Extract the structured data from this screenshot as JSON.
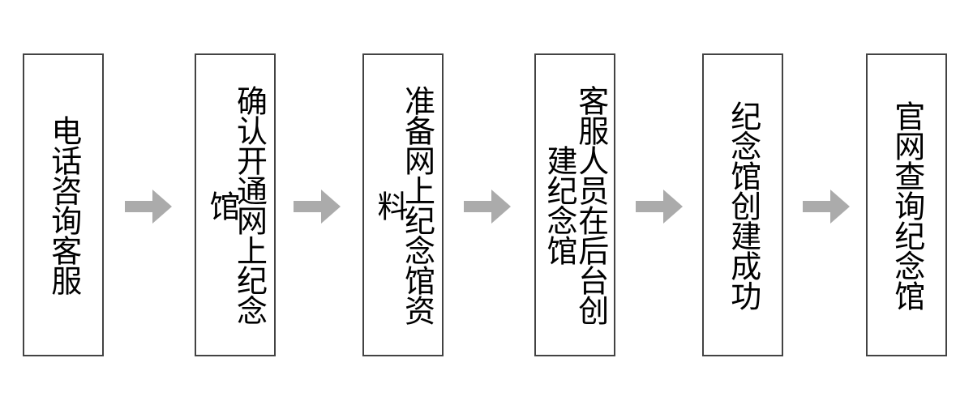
{
  "diagram": {
    "type": "horizontal-process-flow",
    "orientation": "left-to-right",
    "text_direction": "vertical",
    "background_color": "#ffffff",
    "box_border_color": "#434343",
    "box_fill_color": "#ffffff",
    "text_color": "#000000",
    "arrow_color": "#ababab",
    "steps": [
      {
        "index": 1,
        "label": "电话咨询客服"
      },
      {
        "index": 2,
        "label": "确认开通网上纪念馆"
      },
      {
        "index": 3,
        "label": "准备网上纪念馆资料"
      },
      {
        "index": 4,
        "label": "客服人员在后台创建纪念馆"
      },
      {
        "index": 5,
        "label": "纪念馆创建成功"
      },
      {
        "index": 6,
        "label": "官网查询纪念馆"
      }
    ],
    "connectors": [
      {
        "index": 1,
        "from": 1,
        "to": 2,
        "icon": "right-arrow-icon"
      },
      {
        "index": 2,
        "from": 2,
        "to": 3,
        "icon": "right-arrow-icon"
      },
      {
        "index": 3,
        "from": 3,
        "to": 4,
        "icon": "right-arrow-icon"
      },
      {
        "index": 4,
        "from": 4,
        "to": 5,
        "icon": "right-arrow-icon"
      },
      {
        "index": 5,
        "from": 5,
        "to": 6,
        "icon": "right-arrow-icon"
      }
    ]
  }
}
